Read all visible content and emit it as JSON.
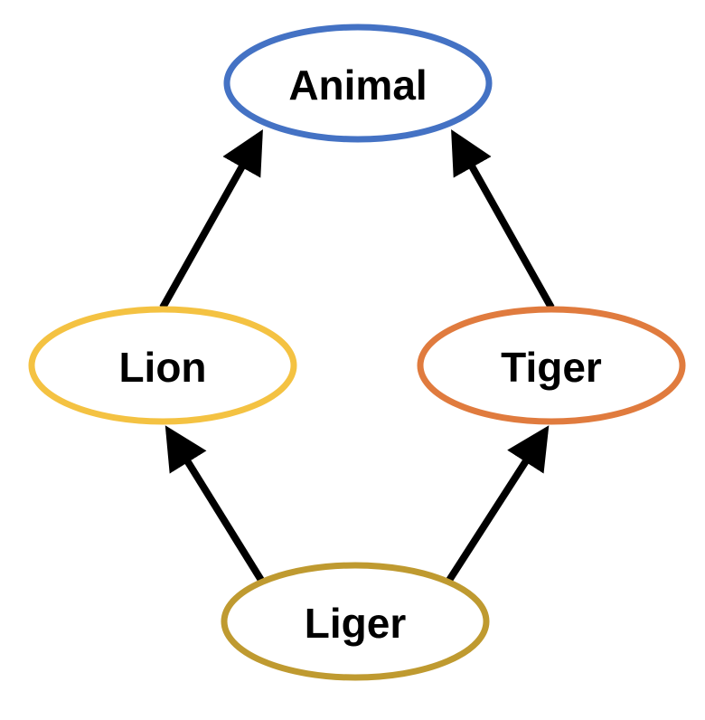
{
  "nodes": {
    "animal": {
      "label": "Animal",
      "color": "#4472C4"
    },
    "lion": {
      "label": "Lion",
      "color": "#F4C242"
    },
    "tiger": {
      "label": "Tiger",
      "color": "#E07B3E"
    },
    "liger": {
      "label": "Liger",
      "color": "#BF9A30"
    }
  },
  "edges": [
    {
      "from": "Lion",
      "to": "Animal"
    },
    {
      "from": "Tiger",
      "to": "Animal"
    },
    {
      "from": "Liger",
      "to": "Lion"
    },
    {
      "from": "Liger",
      "to": "Tiger"
    }
  ],
  "arrow_color": "#000000"
}
